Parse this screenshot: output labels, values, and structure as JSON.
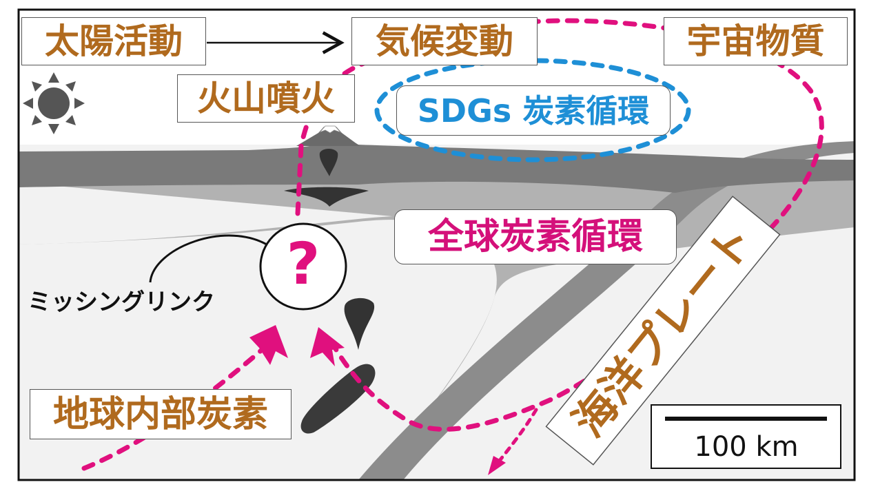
{
  "labels": {
    "solar_activity": "太陽活動",
    "climate_change": "気候変動",
    "cosmic_matter": "宇宙物質",
    "volcanic_eruption": "火山噴火",
    "sdgs_carbon_cycle": "SDGs 炭素循環",
    "global_carbon_cycle": "全球炭素循環",
    "missing_link": "ミッシングリンク",
    "question_mark": "?",
    "oceanic_plate": "海洋プレート",
    "deep_earth_carbon": "地球内部炭素",
    "scale_bar": "100 km"
  },
  "colors": {
    "label_text": "#b06a1e",
    "cycle_path": "#e0107e",
    "sdgs_cycle": "#1e8fd6",
    "crust_dark": "#7a7a7a",
    "mantle_mid": "#b2b2b2",
    "mantle_light": "#f2f2f2",
    "slab": "#8a8a8a",
    "magma": "#3b3b3b",
    "frame": "#111111"
  }
}
